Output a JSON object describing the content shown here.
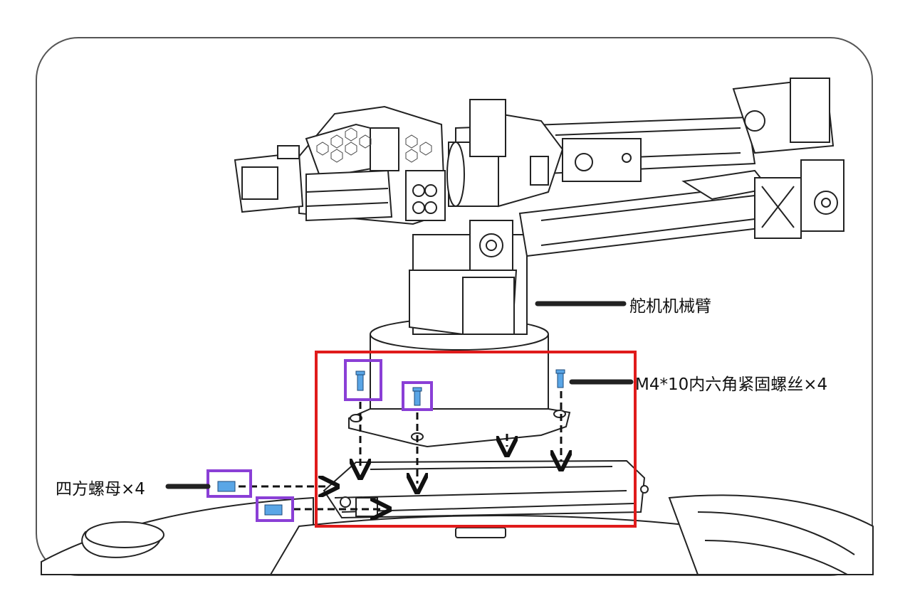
{
  "labels": {
    "servo_arm": "舵机机械臂",
    "screw": "M4*10内六角紧固螺丝×4",
    "nut": "四方螺母×4"
  },
  "colors": {
    "mount_box": "#e01b1b",
    "part_box": "#8a3fd6",
    "part_fill": "#5aa6e6",
    "leader": "#222222"
  }
}
